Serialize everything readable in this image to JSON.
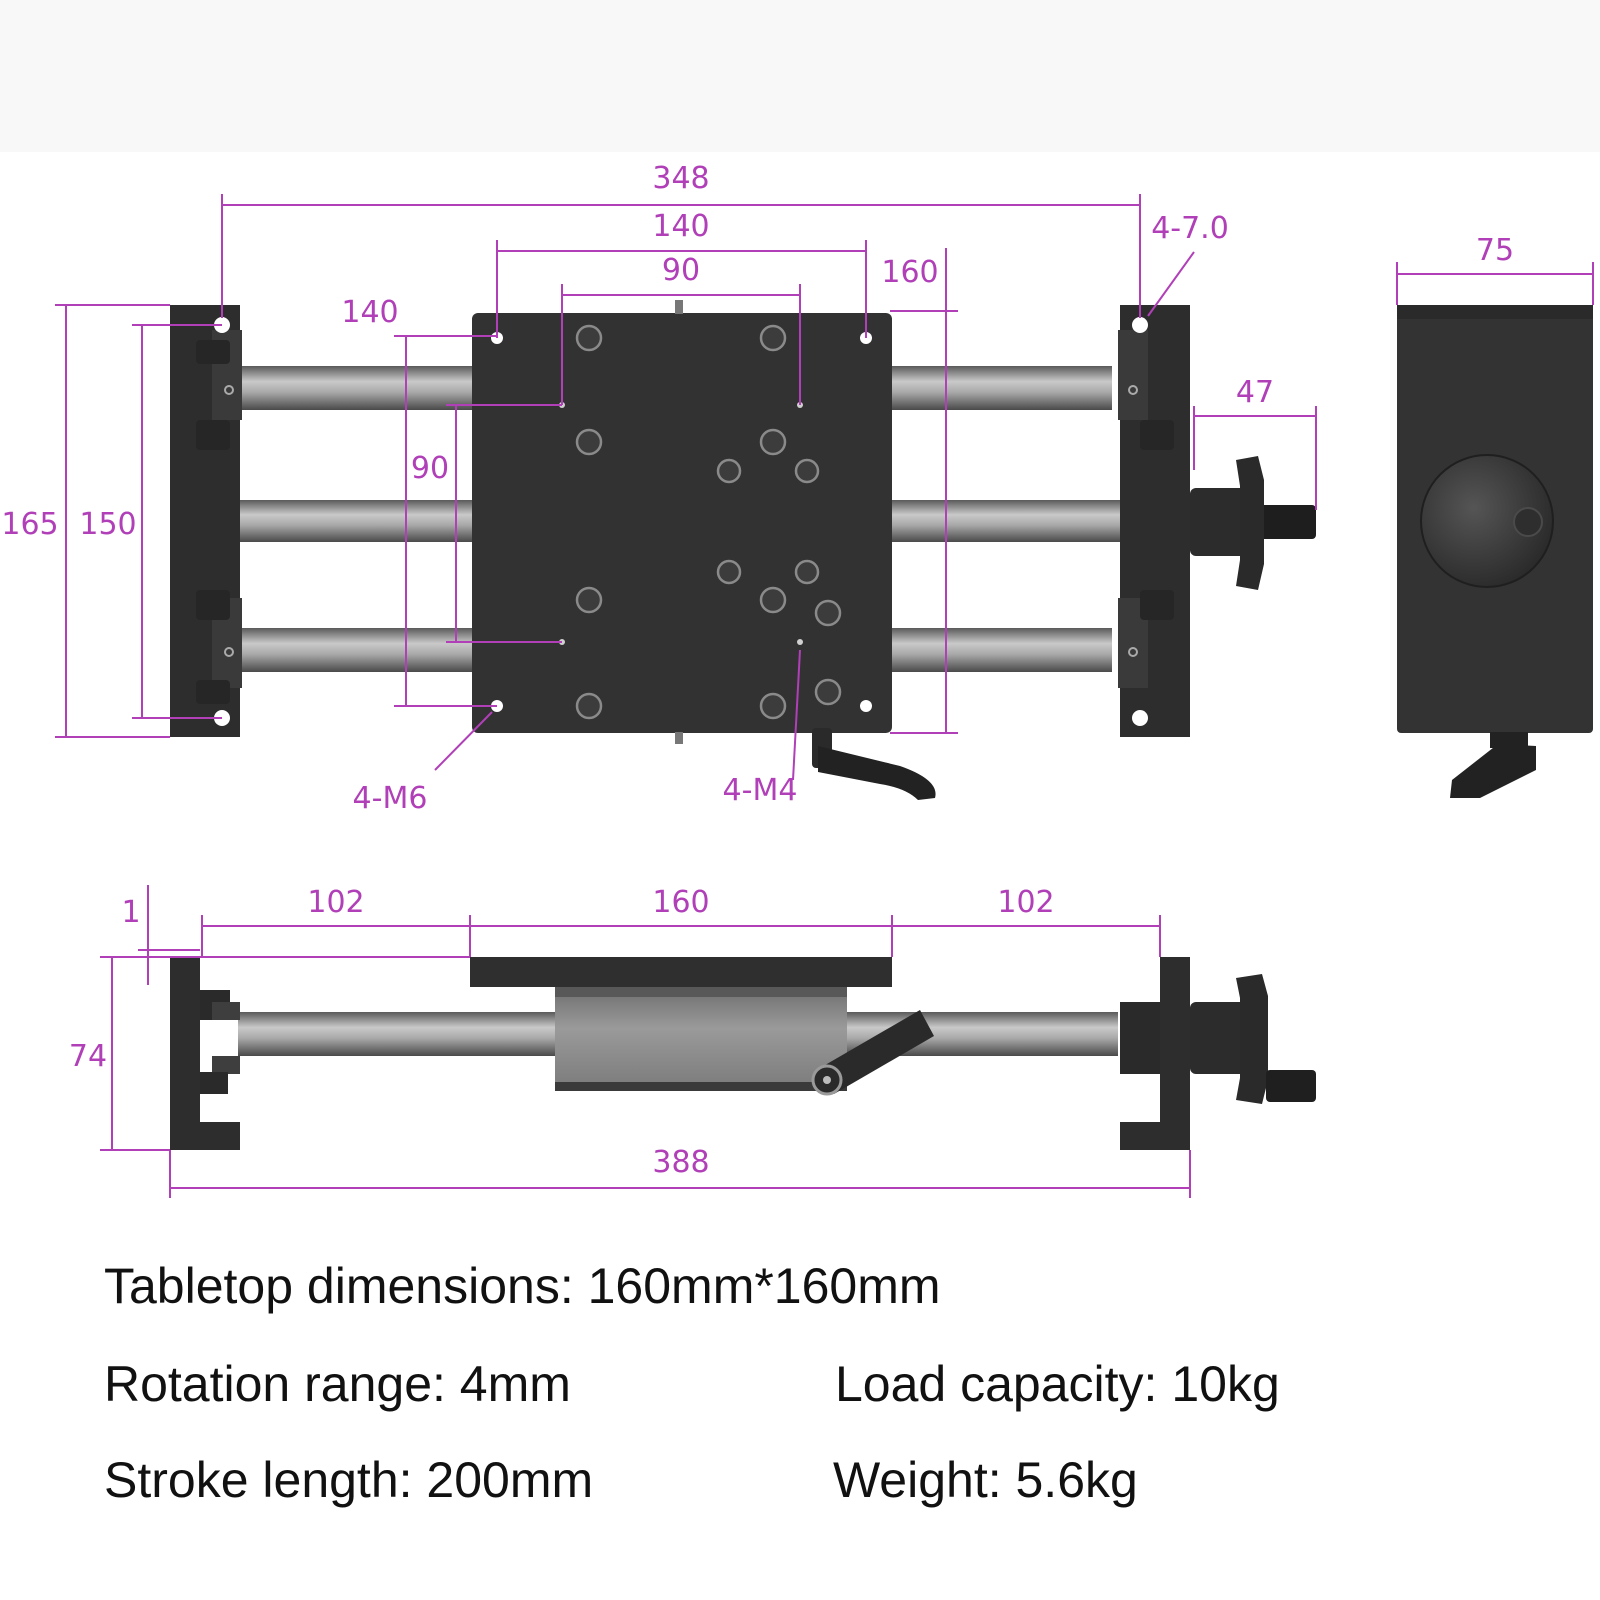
{
  "colors": {
    "dimension": "#b03fb8",
    "part_dark": "#2f2f2f",
    "part_mid": "#3a3a3a",
    "rod": "#9a9a9a",
    "carriage": "#8c8c8c"
  },
  "top_view": {
    "overall_width": "348",
    "mounting_hole_spacing": "140",
    "inner_hole_spacing": "90",
    "table_height": "160",
    "corner_holes": "4-7.0",
    "left_vertical_spacing": "140",
    "inner_vertical_spacing": "90",
    "overall_height": "165",
    "rail_spacing": "150",
    "knob_offset": "47",
    "m6_holes": "4-M6",
    "m4_holes": "4-M4"
  },
  "side_view": {
    "depth": "75"
  },
  "front_view": {
    "left_length": "102",
    "table_length": "160",
    "right_length": "102",
    "gap": "1",
    "height": "74",
    "overall_length": "388"
  },
  "specs": {
    "tabletop": "Tabletop dimensions: 160mm*160mm",
    "rotation": "Rotation range: 4mm",
    "load": "Load capacity: 10kg",
    "stroke": "Stroke length: 200mm",
    "weight": "Weight: 5.6kg"
  }
}
